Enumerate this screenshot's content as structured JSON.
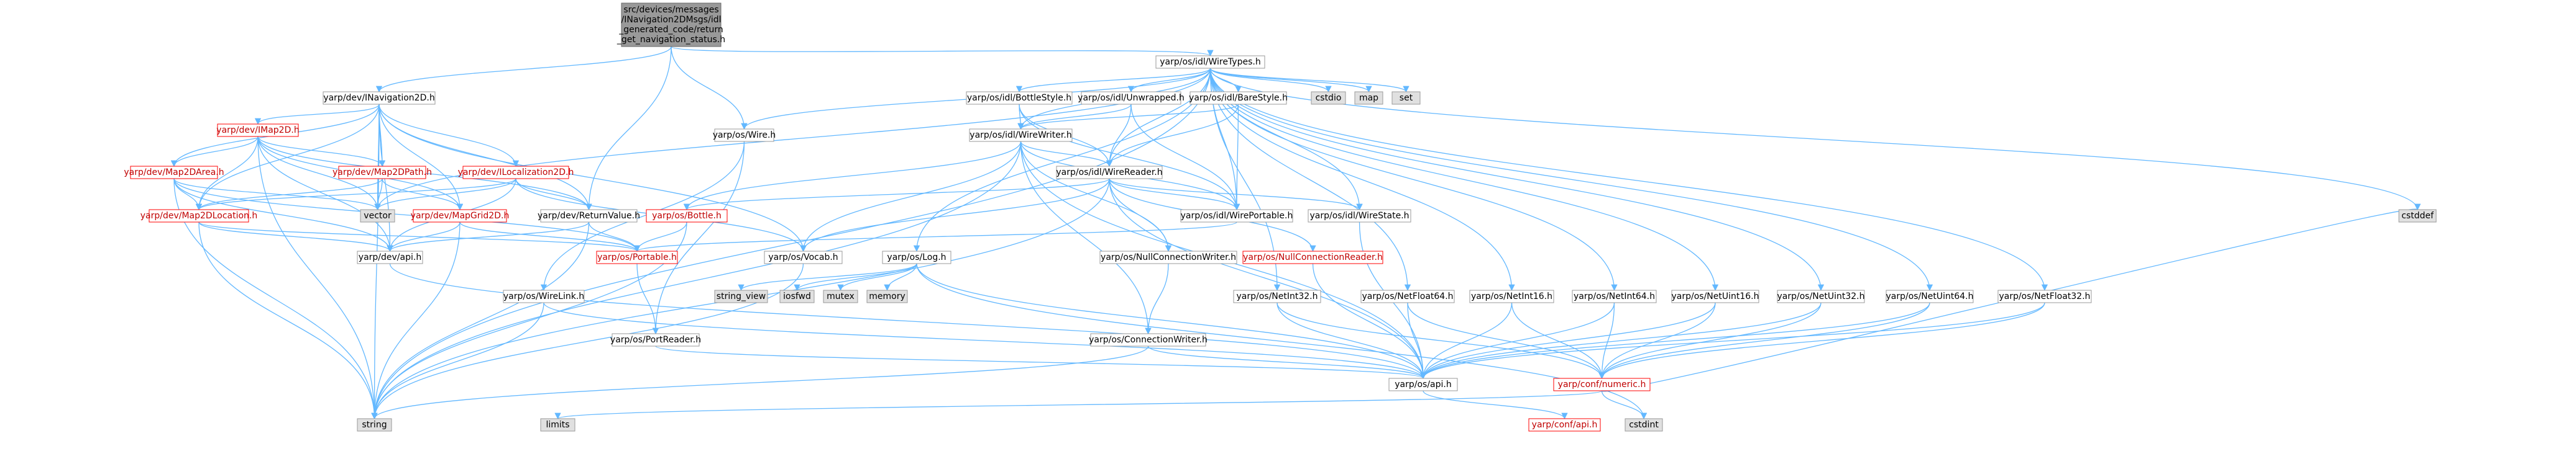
{
  "colors": {
    "node_fill": "#ffffff",
    "node_border": "#999999",
    "root_fill": "#999999",
    "root_border": "#666666",
    "root_text": "#000000",
    "red_text": "#c00000",
    "red_border": "#ff0000",
    "system_fill": "#e0e0e0",
    "system_border": "#999999",
    "edge": "#63b8ff",
    "text": "#000000"
  },
  "nodes": [
    {
      "id": "root",
      "lines": [
        "src/devices/messages",
        "/INavigation2DMsgs/idl",
        "_generated_code/return",
        "_get_navigation_status.h"
      ],
      "style": "root"
    },
    {
      "id": "inav2d",
      "lines": [
        "yarp/dev/INavigation2D.h"
      ],
      "style": "normal"
    },
    {
      "id": "wire",
      "lines": [
        "yarp/os/Wire.h"
      ],
      "style": "normal"
    },
    {
      "id": "wiretypes",
      "lines": [
        "yarp/os/idl/WireTypes.h"
      ],
      "style": "normal"
    },
    {
      "id": "imap2d",
      "lines": [
        "yarp/dev/IMap2D.h"
      ],
      "style": "red"
    },
    {
      "id": "map2darea",
      "lines": [
        "yarp/dev/Map2DArea.h"
      ],
      "style": "red"
    },
    {
      "id": "map2dpath",
      "lines": [
        "yarp/dev/Map2DPath.h"
      ],
      "style": "red"
    },
    {
      "id": "iloc2d",
      "lines": [
        "yarp/dev/ILocalization2D.h"
      ],
      "style": "red"
    },
    {
      "id": "map2dloc",
      "lines": [
        "yarp/dev/Map2DLocation.h"
      ],
      "style": "red"
    },
    {
      "id": "vector",
      "lines": [
        "vector"
      ],
      "style": "system"
    },
    {
      "id": "mapgrid",
      "lines": [
        "yarp/dev/MapGrid2D.h"
      ],
      "style": "red"
    },
    {
      "id": "retval",
      "lines": [
        "yarp/dev/ReturnValue.h"
      ],
      "style": "normal"
    },
    {
      "id": "devapi",
      "lines": [
        "yarp/dev/api.h"
      ],
      "style": "normal"
    },
    {
      "id": "bottlestyle",
      "lines": [
        "yarp/os/idl/BottleStyle.h"
      ],
      "style": "normal"
    },
    {
      "id": "unwrapped",
      "lines": [
        "yarp/os/idl/Unwrapped.h"
      ],
      "style": "normal"
    },
    {
      "id": "barestyle",
      "lines": [
        "yarp/os/idl/BareStyle.h"
      ],
      "style": "normal"
    },
    {
      "id": "wirewriter",
      "lines": [
        "yarp/os/idl/WireWriter.h"
      ],
      "style": "normal"
    },
    {
      "id": "wirereader",
      "lines": [
        "yarp/os/idl/WireReader.h"
      ],
      "style": "normal"
    },
    {
      "id": "cstdio",
      "lines": [
        "cstdio"
      ],
      "style": "system"
    },
    {
      "id": "map",
      "lines": [
        "map"
      ],
      "style": "system"
    },
    {
      "id": "set",
      "lines": [
        "set"
      ],
      "style": "system"
    },
    {
      "id": "bottle",
      "lines": [
        "yarp/os/Bottle.h"
      ],
      "style": "red"
    },
    {
      "id": "wireportable",
      "lines": [
        "yarp/os/idl/WirePortable.h"
      ],
      "style": "normal"
    },
    {
      "id": "wirestate",
      "lines": [
        "yarp/os/idl/WireState.h"
      ],
      "style": "normal"
    },
    {
      "id": "portable",
      "lines": [
        "yarp/os/Portable.h"
      ],
      "style": "red"
    },
    {
      "id": "vocab",
      "lines": [
        "yarp/os/Vocab.h"
      ],
      "style": "normal"
    },
    {
      "id": "log",
      "lines": [
        "yarp/os/Log.h"
      ],
      "style": "normal"
    },
    {
      "id": "nullconnwriter",
      "lines": [
        "yarp/os/NullConnectionWriter.h"
      ],
      "style": "normal"
    },
    {
      "id": "nullconnreader",
      "lines": [
        "yarp/os/NullConnectionReader.h"
      ],
      "style": "red"
    },
    {
      "id": "wirelink",
      "lines": [
        "yarp/os/WireLink.h"
      ],
      "style": "normal"
    },
    {
      "id": "portreader",
      "lines": [
        "yarp/os/PortReader.h"
      ],
      "style": "normal"
    },
    {
      "id": "string_view",
      "lines": [
        "string_view"
      ],
      "style": "system"
    },
    {
      "id": "iosfwd",
      "lines": [
        "iosfwd"
      ],
      "style": "system"
    },
    {
      "id": "mutex",
      "lines": [
        "mutex"
      ],
      "style": "system"
    },
    {
      "id": "memory",
      "lines": [
        "memory"
      ],
      "style": "system"
    },
    {
      "id": "connwriter",
      "lines": [
        "yarp/os/ConnectionWriter.h"
      ],
      "style": "normal"
    },
    {
      "id": "netint32",
      "lines": [
        "yarp/os/NetInt32.h"
      ],
      "style": "normal"
    },
    {
      "id": "netfloat64",
      "lines": [
        "yarp/os/NetFloat64.h"
      ],
      "style": "normal"
    },
    {
      "id": "netint16",
      "lines": [
        "yarp/os/NetInt16.h"
      ],
      "style": "normal"
    },
    {
      "id": "netint64",
      "lines": [
        "yarp/os/NetInt64.h"
      ],
      "style": "normal"
    },
    {
      "id": "netuint16",
      "lines": [
        "yarp/os/NetUint16.h"
      ],
      "style": "normal"
    },
    {
      "id": "netuint32",
      "lines": [
        "yarp/os/NetUint32.h"
      ],
      "style": "normal"
    },
    {
      "id": "netuint64",
      "lines": [
        "yarp/os/NetUint64.h"
      ],
      "style": "normal"
    },
    {
      "id": "netfloat32",
      "lines": [
        "yarp/os/NetFloat32.h"
      ],
      "style": "normal"
    },
    {
      "id": "osapi",
      "lines": [
        "yarp/os/api.h"
      ],
      "style": "normal"
    },
    {
      "id": "confnumeric",
      "lines": [
        "yarp/conf/numeric.h"
      ],
      "style": "red"
    },
    {
      "id": "string",
      "lines": [
        "string"
      ],
      "style": "system"
    },
    {
      "id": "limits",
      "lines": [
        "limits"
      ],
      "style": "system"
    },
    {
      "id": "confapi",
      "lines": [
        "yarp/conf/api.h"
      ],
      "style": "red"
    },
    {
      "id": "cstdint",
      "lines": [
        "cstdint"
      ],
      "style": "system"
    },
    {
      "id": "cstddef",
      "lines": [
        "cstddef"
      ],
      "style": "system"
    }
  ],
  "edges": [
    [
      "root",
      "inav2d"
    ],
    [
      "root",
      "wire"
    ],
    [
      "root",
      "wiretypes"
    ],
    [
      "root",
      "retval"
    ],
    [
      "inav2d",
      "imap2d"
    ],
    [
      "inav2d",
      "map2darea"
    ],
    [
      "inav2d",
      "map2dpath"
    ],
    [
      "inav2d",
      "iloc2d"
    ],
    [
      "inav2d",
      "map2dloc"
    ],
    [
      "inav2d",
      "vector"
    ],
    [
      "inav2d",
      "mapgrid"
    ],
    [
      "inav2d",
      "retval"
    ],
    [
      "inav2d",
      "devapi"
    ],
    [
      "inav2d",
      "vocab"
    ],
    [
      "inav2d",
      "string"
    ],
    [
      "imap2d",
      "map2darea"
    ],
    [
      "imap2d",
      "map2dpath"
    ],
    [
      "imap2d",
      "map2dloc"
    ],
    [
      "imap2d",
      "mapgrid"
    ],
    [
      "imap2d",
      "vector"
    ],
    [
      "imap2d",
      "retval"
    ],
    [
      "imap2d",
      "devapi"
    ],
    [
      "imap2d",
      "string"
    ],
    [
      "map2darea",
      "map2dloc"
    ],
    [
      "map2darea",
      "vector"
    ],
    [
      "map2darea",
      "portable"
    ],
    [
      "map2darea",
      "devapi"
    ],
    [
      "map2darea",
      "string"
    ],
    [
      "map2dpath",
      "map2dloc"
    ],
    [
      "map2dpath",
      "vector"
    ],
    [
      "map2dpath",
      "mapgrid"
    ],
    [
      "iloc2d",
      "map2dloc"
    ],
    [
      "iloc2d",
      "vector"
    ],
    [
      "iloc2d",
      "devapi"
    ],
    [
      "iloc2d",
      "retval"
    ],
    [
      "iloc2d",
      "vocab"
    ],
    [
      "map2dloc",
      "devapi"
    ],
    [
      "map2dloc",
      "portable"
    ],
    [
      "map2dloc",
      "string"
    ],
    [
      "mapgrid",
      "devapi"
    ],
    [
      "mapgrid",
      "portable"
    ],
    [
      "mapgrid",
      "string"
    ],
    [
      "retval",
      "devapi"
    ],
    [
      "retval",
      "portable"
    ],
    [
      "retval",
      "string"
    ],
    [
      "devapi",
      "osapi"
    ],
    [
      "wire",
      "wirelink"
    ],
    [
      "wire",
      "portreader"
    ],
    [
      "wiretypes",
      "bottlestyle"
    ],
    [
      "wiretypes",
      "unwrapped"
    ],
    [
      "wiretypes",
      "barestyle"
    ],
    [
      "wiretypes",
      "wirewriter"
    ],
    [
      "wiretypes",
      "wirereader"
    ],
    [
      "wiretypes",
      "cstdio"
    ],
    [
      "wiretypes",
      "map"
    ],
    [
      "wiretypes",
      "set"
    ],
    [
      "wiretypes",
      "wire"
    ],
    [
      "wiretypes",
      "vector"
    ],
    [
      "wiretypes",
      "wireportable"
    ],
    [
      "wiretypes",
      "wirestate"
    ],
    [
      "wiretypes",
      "log"
    ],
    [
      "wiretypes",
      "netint32"
    ],
    [
      "wiretypes",
      "netfloat64"
    ],
    [
      "wiretypes",
      "netint16"
    ],
    [
      "wiretypes",
      "netint64"
    ],
    [
      "wiretypes",
      "netuint16"
    ],
    [
      "wiretypes",
      "netuint32"
    ],
    [
      "wiretypes",
      "netuint64"
    ],
    [
      "wiretypes",
      "netfloat32"
    ],
    [
      "wiretypes",
      "string"
    ],
    [
      "wiretypes",
      "cstddef"
    ],
    [
      "bottlestyle",
      "wirewriter"
    ],
    [
      "bottlestyle",
      "wirereader"
    ],
    [
      "bottlestyle",
      "wireportable"
    ],
    [
      "unwrapped",
      "wirewriter"
    ],
    [
      "unwrapped",
      "wirereader"
    ],
    [
      "unwrapped",
      "wireportable"
    ],
    [
      "barestyle",
      "wirewriter"
    ],
    [
      "barestyle",
      "wirereader"
    ],
    [
      "barestyle",
      "wireportable"
    ],
    [
      "wirewriter",
      "wirereader"
    ],
    [
      "wirewriter",
      "wireportable"
    ],
    [
      "wirewriter",
      "bottle"
    ],
    [
      "wirewriter",
      "vocab"
    ],
    [
      "wirewriter",
      "connwriter"
    ],
    [
      "wirewriter",
      "nullconnwriter"
    ],
    [
      "wirewriter",
      "osapi"
    ],
    [
      "wirewriter",
      "string"
    ],
    [
      "wirereader",
      "wireportable"
    ],
    [
      "wirereader",
      "wirestate"
    ],
    [
      "wirereader",
      "bottle"
    ],
    [
      "wirereader",
      "vocab"
    ],
    [
      "wirereader",
      "nullconnwriter"
    ],
    [
      "wirereader",
      "nullconnreader"
    ],
    [
      "wirereader",
      "osapi"
    ],
    [
      "wirereader",
      "string"
    ],
    [
      "bottle",
      "portable"
    ],
    [
      "bottle",
      "string"
    ],
    [
      "wireportable",
      "portable"
    ],
    [
      "wirestate",
      "osapi"
    ],
    [
      "portable",
      "portreader"
    ],
    [
      "vocab",
      "string"
    ],
    [
      "log",
      "string_view"
    ],
    [
      "log",
      "iosfwd"
    ],
    [
      "log",
      "mutex"
    ],
    [
      "log",
      "memory"
    ],
    [
      "log",
      "osapi"
    ],
    [
      "log",
      "cstdint"
    ],
    [
      "nullconnwriter",
      "connwriter"
    ],
    [
      "nullconnreader",
      "osapi"
    ],
    [
      "wirelink",
      "osapi"
    ],
    [
      "wirelink",
      "string"
    ],
    [
      "portreader",
      "osapi"
    ],
    [
      "connwriter",
      "osapi"
    ],
    [
      "connwriter",
      "string"
    ],
    [
      "netint32",
      "osapi"
    ],
    [
      "netint32",
      "confnumeric"
    ],
    [
      "netfloat64",
      "osapi"
    ],
    [
      "netfloat64",
      "confnumeric"
    ],
    [
      "netint16",
      "osapi"
    ],
    [
      "netint16",
      "confnumeric"
    ],
    [
      "netint64",
      "osapi"
    ],
    [
      "netint64",
      "confnumeric"
    ],
    [
      "netuint16",
      "osapi"
    ],
    [
      "netuint16",
      "confnumeric"
    ],
    [
      "netuint32",
      "osapi"
    ],
    [
      "netuint32",
      "confnumeric"
    ],
    [
      "netuint64",
      "osapi"
    ],
    [
      "netuint64",
      "confnumeric"
    ],
    [
      "netfloat32",
      "osapi"
    ],
    [
      "netfloat32",
      "confnumeric"
    ],
    [
      "osapi",
      "confapi"
    ],
    [
      "confnumeric",
      "limits"
    ],
    [
      "confnumeric",
      "cstdint"
    ],
    [
      "confnumeric",
      "cstddef"
    ]
  ]
}
